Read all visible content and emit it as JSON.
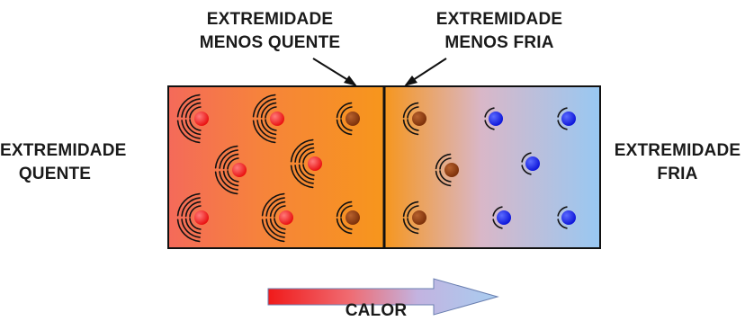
{
  "labels": {
    "hot_end": [
      "EXTREMIDADE",
      "QUENTE"
    ],
    "cold_end": [
      "EXTREMIDADE",
      "FRIA"
    ],
    "less_hot_end": [
      "EXTREMIDADE",
      "MENOS QUENTE"
    ],
    "less_cold_end": [
      "EXTREMIDADE",
      "MENOS FRIA"
    ],
    "heat": "CALOR"
  },
  "colors": {
    "hot": "#f05a4a",
    "warm": "#f7941d",
    "cold": "#9fc9f0",
    "particle_hot": "#ee1c1c",
    "particle_warm": "#8b3a10",
    "particle_cold": "#1020e0"
  },
  "bars": {
    "left_bar": "hot-to-warm gradient",
    "right_bar": "warm-to-cold gradient"
  },
  "particles": {
    "left_bar": [
      "hot",
      "hot",
      "warm",
      "hot",
      "hot",
      "hot",
      "hot",
      "warm"
    ],
    "right_bar": [
      "warm",
      "cold",
      "cold",
      "warm",
      "cold",
      "warm",
      "cold",
      "cold"
    ]
  },
  "heat_arrow": {
    "direction": "left-to-right",
    "icon": "heat-flow-arrow-icon"
  }
}
